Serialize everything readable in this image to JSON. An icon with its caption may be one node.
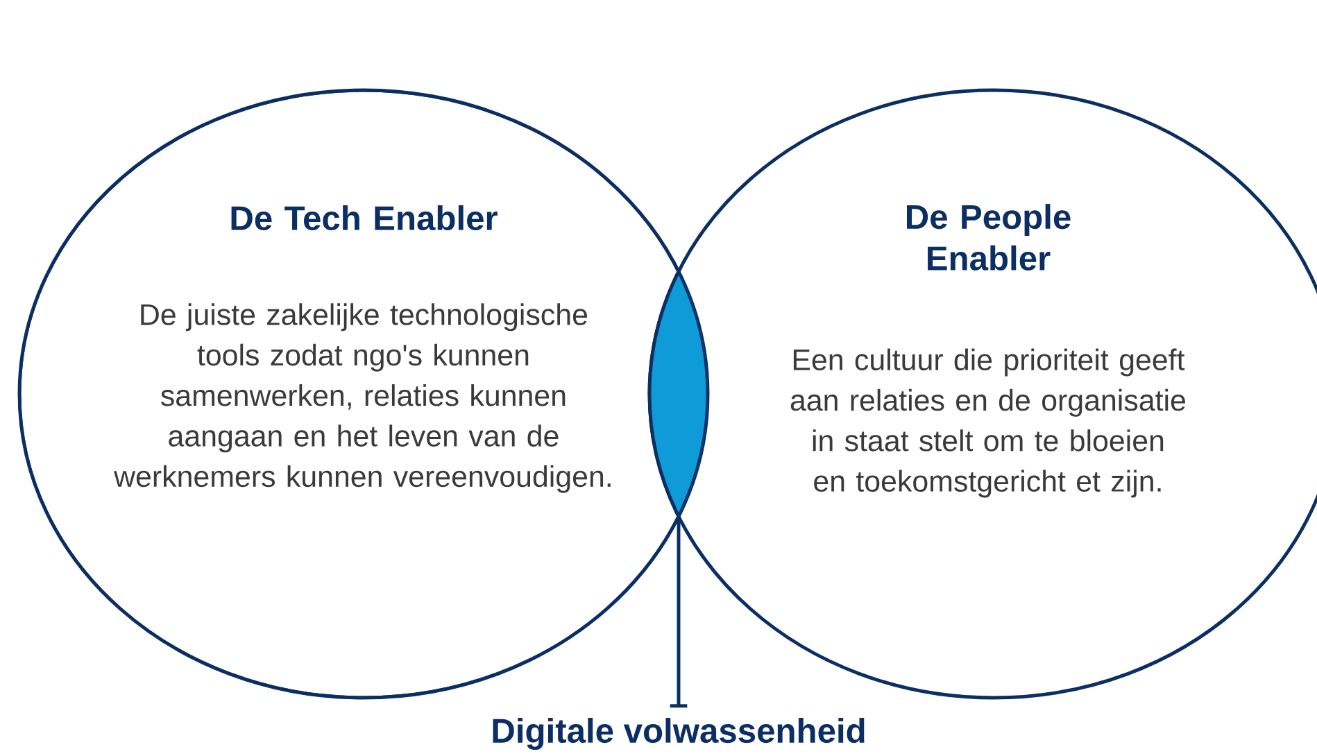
{
  "diagram": {
    "nodes": [
      {
        "text": [
          "De Tech Enabler",
          "De juiste zakelijke technologische tools zodat ngo's kunnen samenwerken, relaties kunnen aangaan en het leven van de werknemers kunnen vereenvoudigen."
        ]
      },
      {
        "text": [
          "De People Enabler",
          "Een cultuur die prioriteit geeft aan relaties en de organisatie in staat stelt om te bloeien en toekomstgericht et zijn."
        ]
      },
      {
        "text": [],
        "shape": "lens"
      },
      {
        "text": [
          "Digitale volwassenheid"
        ]
      }
    ],
    "edges": [
      {
        "from": 3,
        "to": 2,
        "arrow": "other"
      }
    ]
  }
}
